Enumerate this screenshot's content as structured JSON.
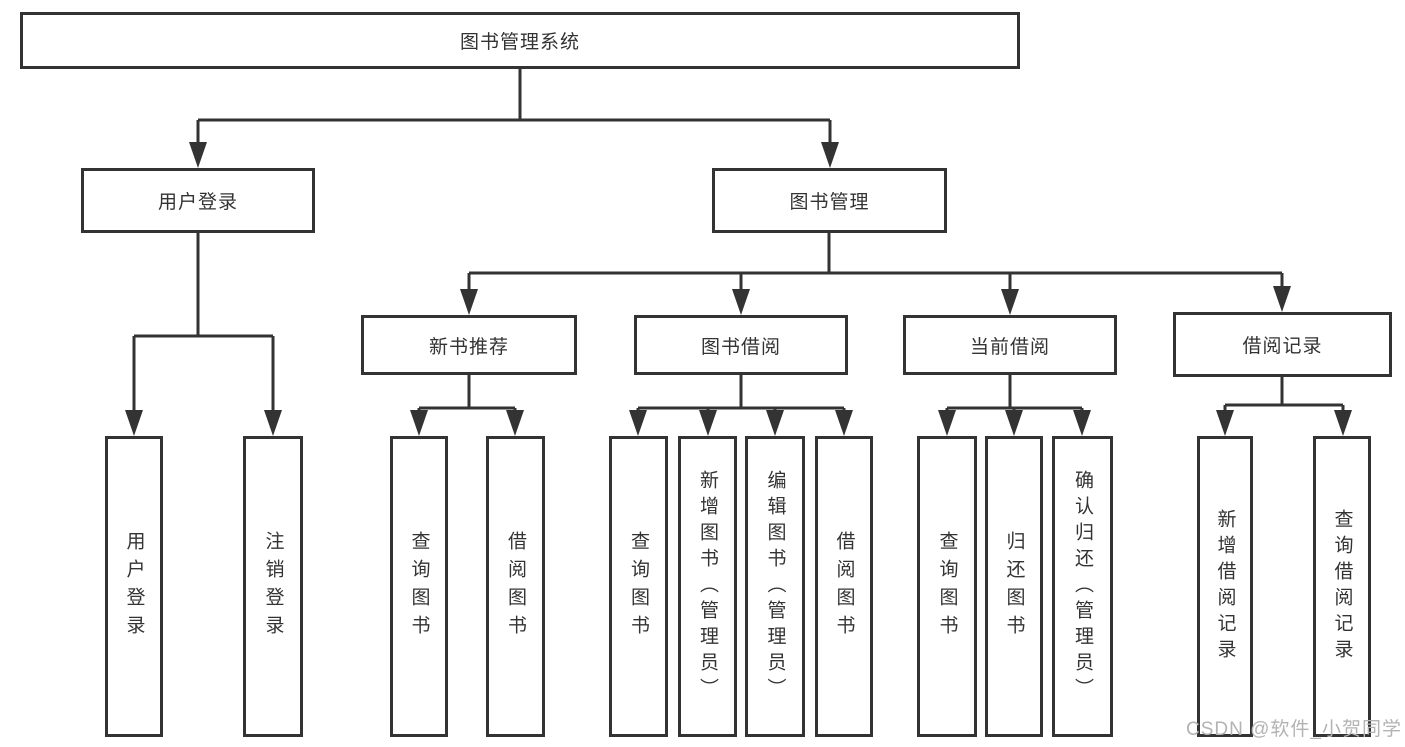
{
  "diagram": {
    "title_node": "图书管理系统",
    "watermark": "CSDN @软件_小贺同学",
    "colors": {
      "line": "#333333",
      "box_border": "#333333",
      "text": "#333333",
      "watermark": "#b3b3b3",
      "background": "#ffffff"
    },
    "branches": [
      {
        "label": "用户登录",
        "children": [
          {
            "label": "用户登录"
          },
          {
            "label": "注销登录"
          }
        ]
      },
      {
        "label": "图书管理",
        "groups": [
          {
            "label": "新书推荐",
            "children": [
              {
                "label": "查询图书"
              },
              {
                "label": "借阅图书"
              }
            ]
          },
          {
            "label": "图书借阅",
            "children": [
              {
                "label": "查询图书"
              },
              {
                "label": "新增图书（管理员）"
              },
              {
                "label": "编辑图书（管理员）"
              },
              {
                "label": "借阅图书"
              }
            ]
          },
          {
            "label": "当前借阅",
            "children": [
              {
                "label": "查询图书"
              },
              {
                "label": "归还图书"
              },
              {
                "label": "确认归还（管理员）"
              }
            ]
          },
          {
            "label": "借阅记录",
            "children": [
              {
                "label": "新增借阅记录"
              },
              {
                "label": "查询借阅记录"
              }
            ]
          }
        ]
      }
    ]
  }
}
